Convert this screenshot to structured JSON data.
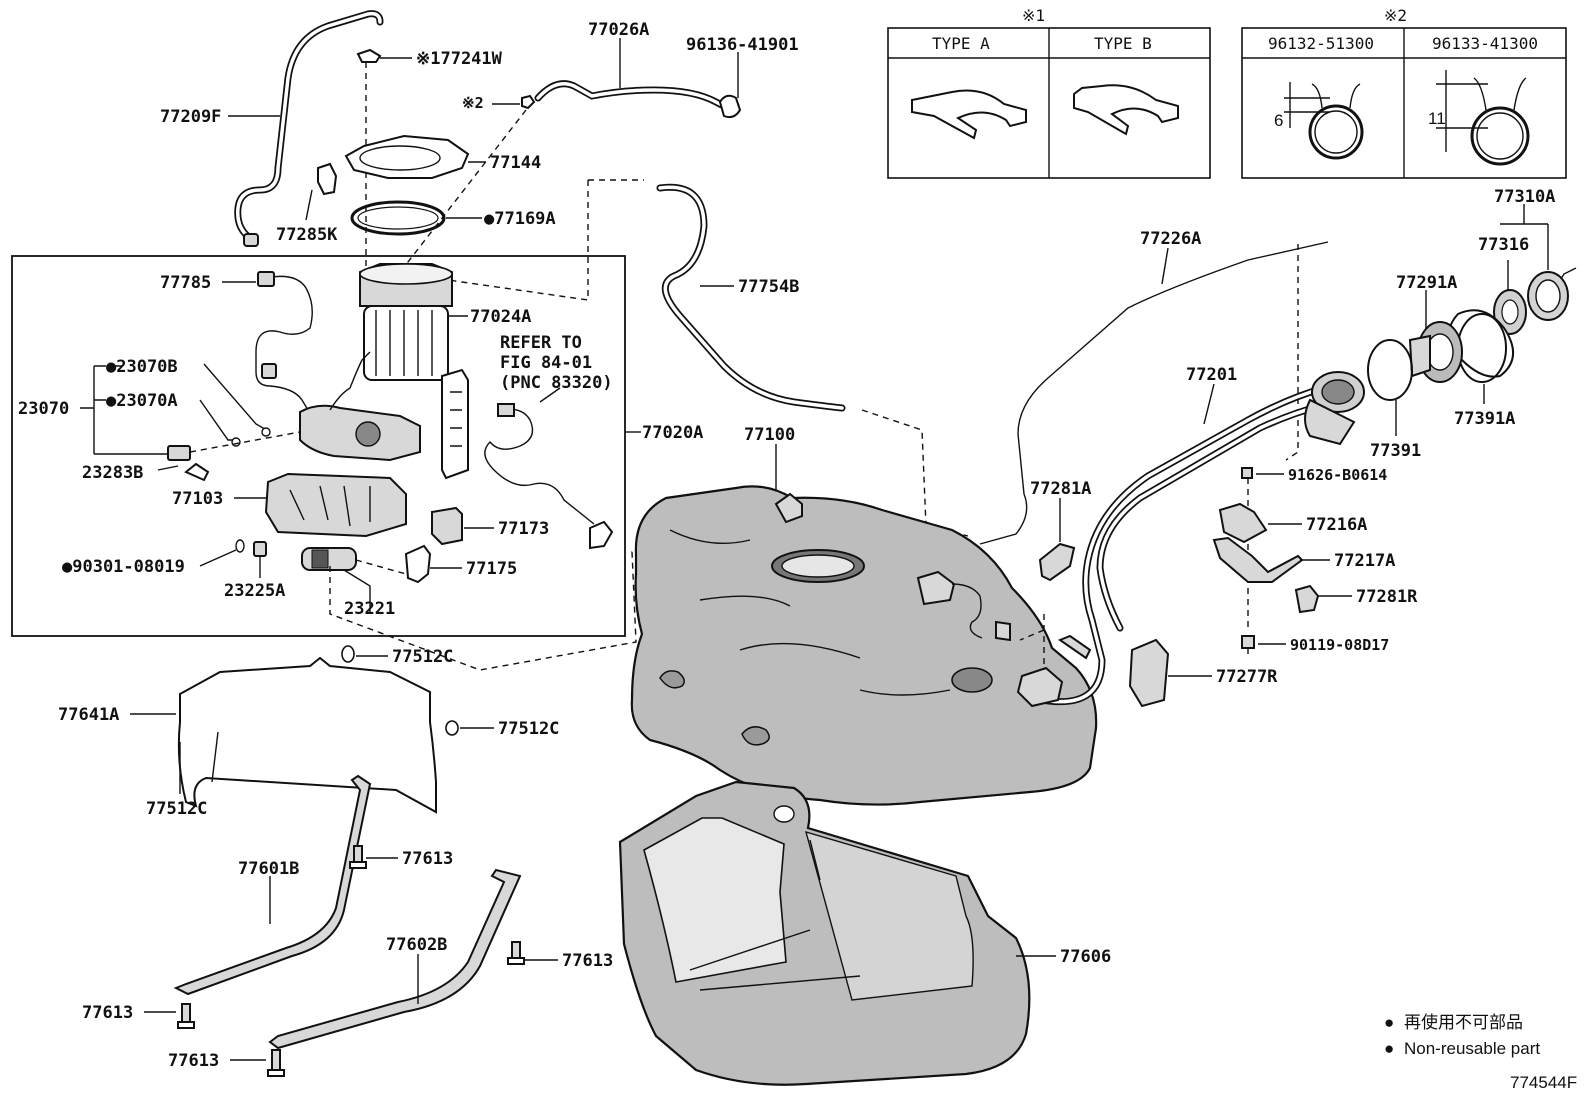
{
  "figure_id": "774544F",
  "legend": {
    "bullet": "●",
    "non_reusable_jp": "再使用不可部品",
    "non_reusable_en": "Non-reusable part"
  },
  "note1": {
    "mark": "※1",
    "type_a": "TYPE A",
    "type_b": "TYPE B"
  },
  "note2": {
    "mark": "※2",
    "col1": "96132-51300",
    "col2": "96133-41300",
    "dim1": "6",
    "dim2": "11"
  },
  "refer": [
    "REFER TO",
    "FIG 84-01",
    "(PNC 83320)"
  ],
  "labels": {
    "p77209F": "77209F",
    "p77241W": "※177241W",
    "p77026A": "77026A",
    "p96136": "96136-41901",
    "p_mark2": "※2",
    "p77144": "77144",
    "p77285K": "77285K",
    "p77169A": "●77169A",
    "p77785": "77785",
    "p77024A": "77024A",
    "p77754B": "77754B",
    "p23070B": "●23070B",
    "p23070": "23070",
    "p23070A": "●23070A",
    "p23283B": "23283B",
    "p77103": "77103",
    "p77173": "77173",
    "p90301": "●90301-08019",
    "p23225A": "23225A",
    "p77175": "77175",
    "p23221": "23221",
    "p77020A": "77020A",
    "p77100": "77100",
    "p77512C_1": "77512C",
    "p77641A": "77641A",
    "p77512C_2": "77512C",
    "p77512C_3": "77512C",
    "p77613_1": "77613",
    "p77601B": "77601B",
    "p77602B": "77602B",
    "p77613_2": "77613",
    "p77613_3": "77613",
    "p77613_4": "77613",
    "p77606": "77606",
    "p77226A": "77226A",
    "p77201": "77201",
    "p77281A": "77281A",
    "p77310A": "77310A",
    "p77316": "77316",
    "p77291A": "77291A",
    "p77391A": "77391A",
    "p77391": "77391",
    "p91626": "91626-B0614",
    "p77216A": "77216A",
    "p77217A": "77217A",
    "p77281R": "77281R",
    "p90119": "90119-08D17",
    "p77277R": "77277R"
  }
}
